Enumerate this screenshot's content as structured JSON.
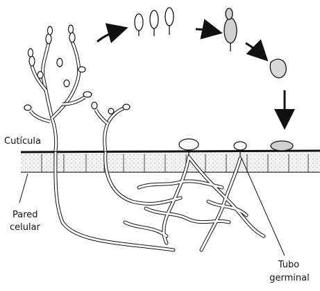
{
  "labels": {
    "cuticle": "Cutícula",
    "cell_wall_line1": "Pared",
    "cell_wall_line2": "celular",
    "germ_tube_line1": "Tubo",
    "germ_tube_line2": "germinal"
  },
  "colors": {
    "ink": "#111111",
    "stipple": "#9a9a9a",
    "cell_fill": "#dcdcdc",
    "background": "#ffffff"
  }
}
